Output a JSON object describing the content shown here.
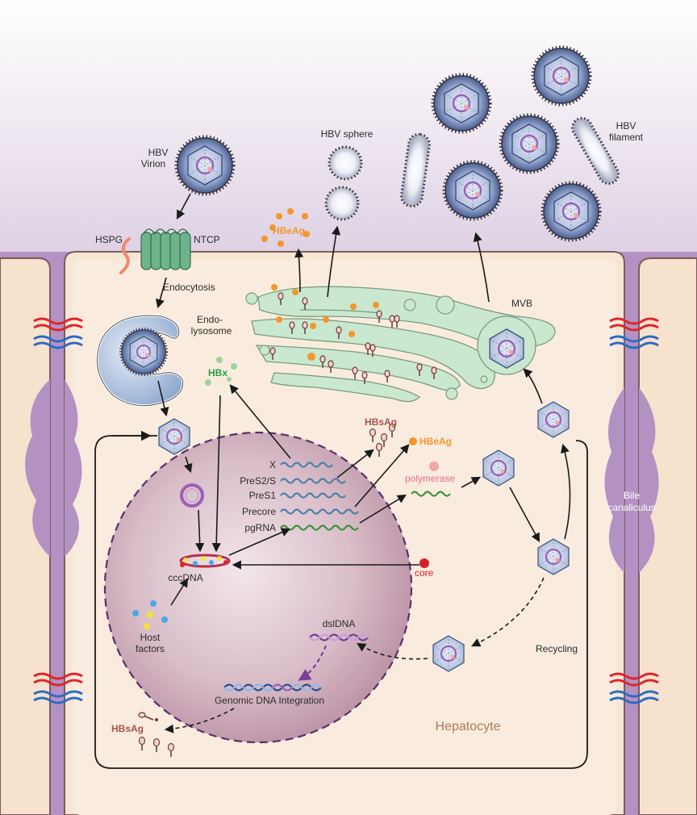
{
  "labels": {
    "hbv_virion": [
      "HBV",
      "Virion"
    ],
    "hbv_sphere": "HBV sphere",
    "hbv_filament": [
      "HBV",
      "filament"
    ],
    "hspg": "HSPG",
    "ntcp": "NTCP",
    "hbeag_top": "HBeAg",
    "endocytosis": "Endocytosis",
    "endolysosome": [
      "Endo-",
      "lysosome"
    ],
    "mvb": "MVB",
    "hbx": "HBx",
    "hbsag_mid": "HBsAg",
    "hbeag_mid": "HBeAg",
    "polymerase": "polymerase",
    "transcripts": [
      "X",
      "PreS2/S",
      "PreS1",
      "Precore",
      "pgRNA"
    ],
    "cccdna": "cccDNA",
    "core": "core",
    "host_factors": [
      "Host",
      "factors"
    ],
    "dsldna": "dslDNA",
    "genomic_integration": "Genomic DNA Integration",
    "recycling": "Recycling",
    "hbsag_bottom": "HBsAg",
    "hepatocyte": "Hepatocyte",
    "bile_canaliculus": [
      "Bile",
      "canaliculus"
    ]
  },
  "colors": {
    "extracellular": "#ebe3ee",
    "cytoplasm": "#f8e9d7",
    "membrane_purple": "#b18dbf",
    "nucleus": "#c9a8b4",
    "er_green": "#c9e8cf",
    "hbeag_orange": "#f2962e",
    "hbsag_red": "#a6534a",
    "hbx_green": "#22a23a",
    "polymerase_pink": "#e86a92",
    "core_red": "#d81f26",
    "virion_blue": "#4f6fa8"
  }
}
